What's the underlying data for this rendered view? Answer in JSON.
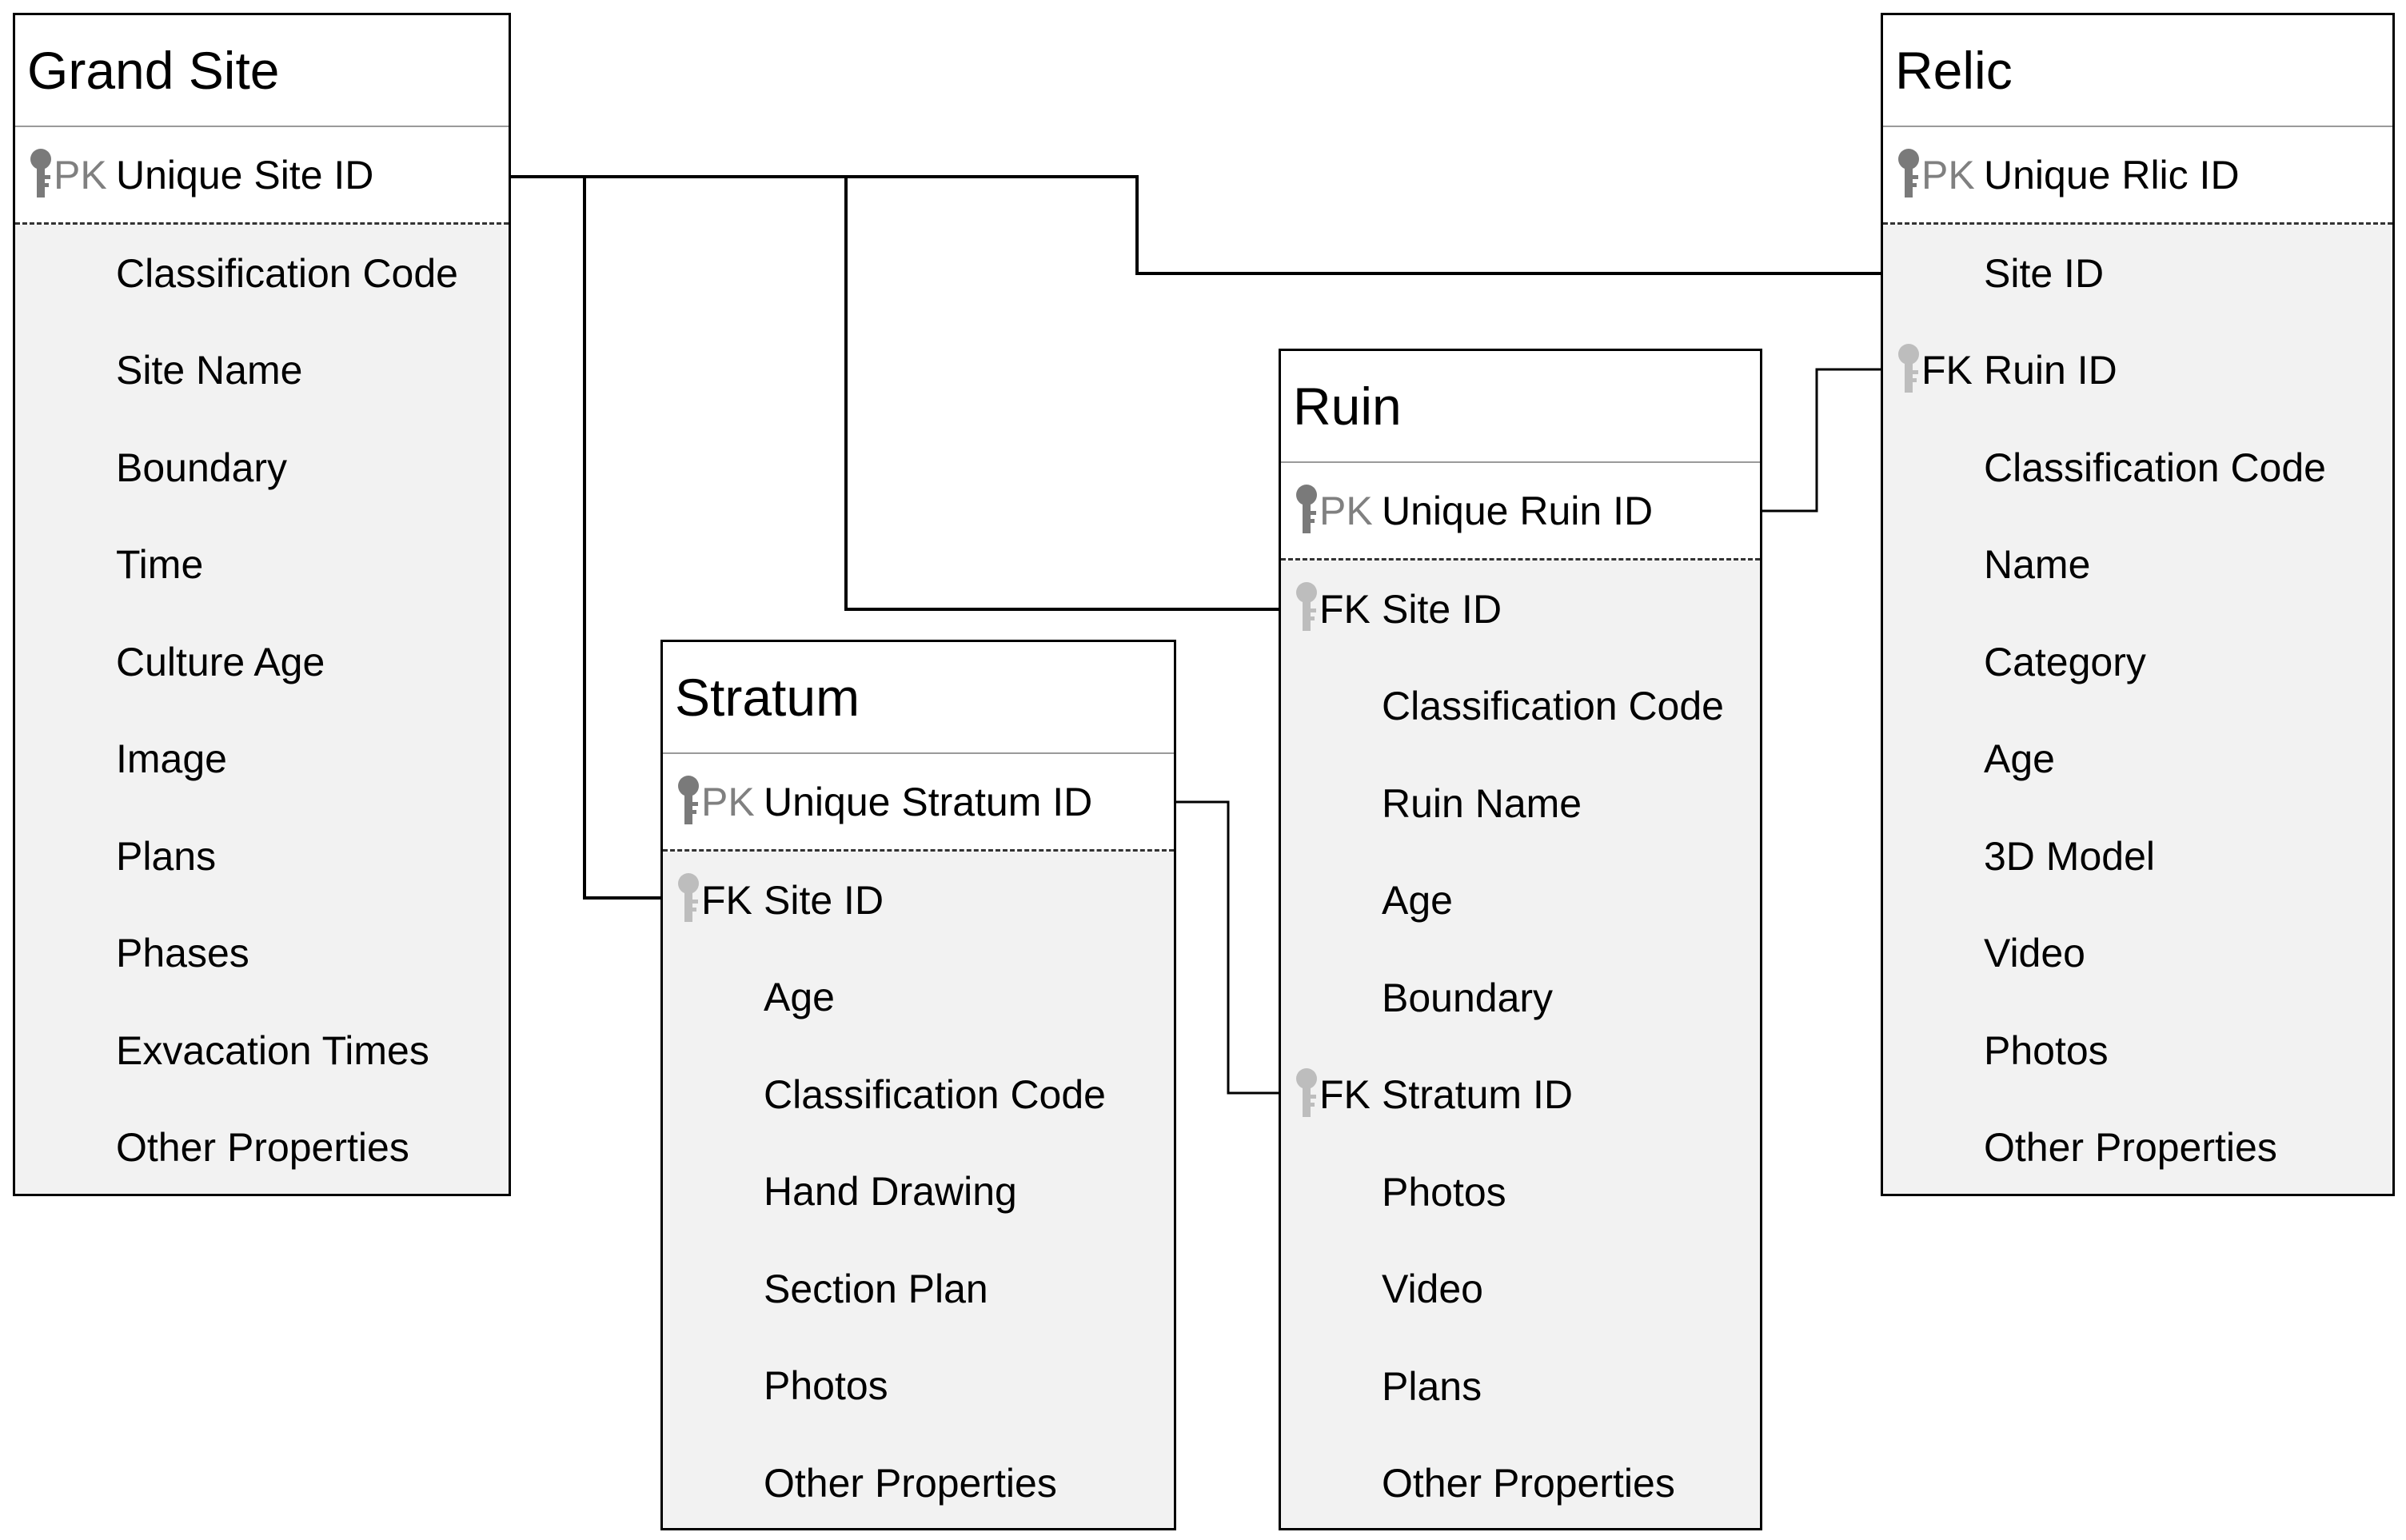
{
  "entities": {
    "grand_site": {
      "title": "Grand Site",
      "pk": {
        "tag": "PK",
        "name": "Unique Site ID"
      },
      "fields": [
        {
          "name": "Classification Code"
        },
        {
          "name": "Site Name"
        },
        {
          "name": "Boundary"
        },
        {
          "name": "Time"
        },
        {
          "name": "Culture Age"
        },
        {
          "name": "Image"
        },
        {
          "name": "Plans"
        },
        {
          "name": "Phases"
        },
        {
          "name": "Exvacation Times"
        },
        {
          "name": "Other Properties"
        }
      ]
    },
    "stratum": {
      "title": "Stratum",
      "pk": {
        "tag": "PK",
        "name": "Unique Stratum ID"
      },
      "fields": [
        {
          "tag": "FK",
          "name": "Site ID"
        },
        {
          "name": "Age"
        },
        {
          "name": "Classification Code"
        },
        {
          "name": "Hand Drawing"
        },
        {
          "name": "Section Plan"
        },
        {
          "name": "Photos"
        },
        {
          "name": "Other Properties"
        }
      ]
    },
    "ruin": {
      "title": "Ruin",
      "pk": {
        "tag": "PK",
        "name": "Unique Ruin ID"
      },
      "fields": [
        {
          "tag": "FK",
          "name": "Site ID"
        },
        {
          "name": "Classification Code"
        },
        {
          "name": "Ruin Name"
        },
        {
          "name": "Age"
        },
        {
          "name": "Boundary"
        },
        {
          "tag": "FK",
          "name": "Stratum ID"
        },
        {
          "name": "Photos"
        },
        {
          "name": "Video"
        },
        {
          "name": "Plans"
        },
        {
          "name": "Other Properties"
        }
      ]
    },
    "relic": {
      "title": "Relic",
      "pk": {
        "tag": "PK",
        "name": "Unique Rlic ID"
      },
      "fields": [
        {
          "name": "Site ID"
        },
        {
          "tag": "FK",
          "name": "Ruin ID"
        },
        {
          "name": "Classification Code"
        },
        {
          "name": "Name"
        },
        {
          "name": "Category"
        },
        {
          "name": "Age"
        },
        {
          "name": "3D Model"
        },
        {
          "name": "Video"
        },
        {
          "name": "Photos"
        },
        {
          "name": "Other Properties"
        }
      ]
    }
  },
  "colors": {
    "pk_key_icon": "#7a7a7a",
    "fk_key_icon": "#bdbdbd",
    "pk_tag_text": "#808080",
    "header_bg": "#ffffff",
    "body_bg": "#f2f2f2",
    "line": "#000000"
  }
}
